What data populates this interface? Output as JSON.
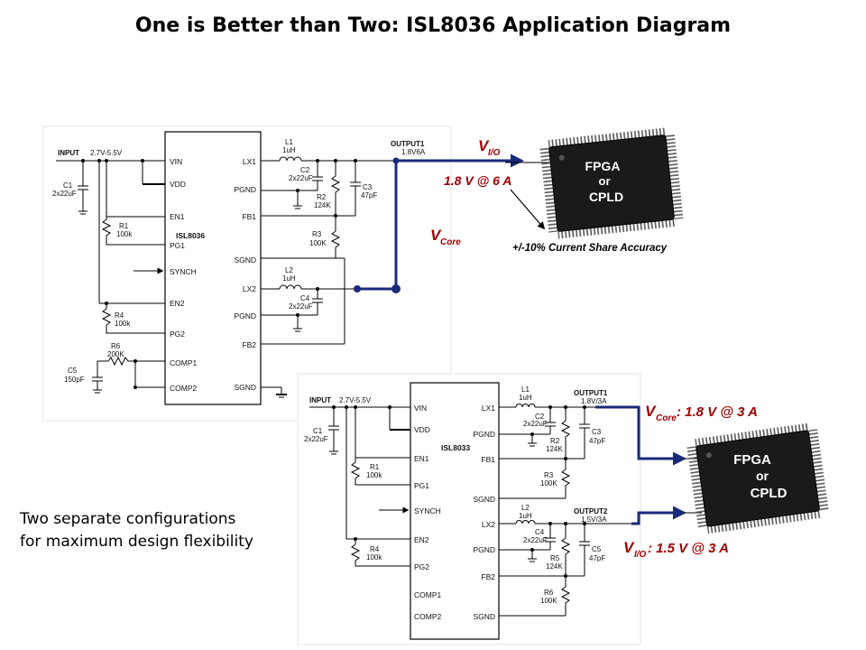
{
  "title": "One is Better than Two: ISL8036 Application Diagram",
  "note_lines": [
    "Two separate configurations",
    "for maximum design flexibility"
  ],
  "colors": {
    "accent_red": "#a00000",
    "bus_blue": "#1a2a7a",
    "chip_body": "#1a1a1a"
  },
  "schematic1": {
    "chip_name": "ISL8036",
    "input_label": "INPUT",
    "input_range": "2.7V-5.5V",
    "left_pins": [
      "VIN",
      "VDD",
      "EN1",
      "PG1",
      "SYNCH",
      "EN2",
      "PG2",
      "COMP1",
      "COMP2"
    ],
    "right_pins": [
      "LX1",
      "PGND",
      "FB1",
      "SGND",
      "LX2",
      "PGND",
      "FB2",
      "SGND"
    ],
    "c1": [
      "C1",
      "2x22uF"
    ],
    "r1": [
      "R1",
      "100k"
    ],
    "r4": [
      "R4",
      "100k"
    ],
    "r6": [
      "R6",
      "200K"
    ],
    "c5": [
      "C5",
      "150pF"
    ],
    "l1": [
      "L1",
      "1uH"
    ],
    "l2": [
      "L2",
      "1uH"
    ],
    "c2": [
      "C2",
      "2x22uF"
    ],
    "c3": [
      "C3",
      "47pF"
    ],
    "r2": [
      "R2",
      "124K"
    ],
    "r3": [
      "R3",
      "100K"
    ],
    "c4": [
      "C4",
      "2x22uF"
    ],
    "output_label": "OUTPUT1",
    "output_value": "1.8V6A",
    "vio_main": "V",
    "vio_sub": "I/O",
    "vio_spec": "1.8 V @ 6 A",
    "vcore_main": "V",
    "vcore_sub": "Core",
    "share_note": "+/-10% Current Share Accuracy",
    "chip_lines": [
      "FPGA",
      "or",
      "CPLD"
    ]
  },
  "schematic2": {
    "chip_name": "ISL8033",
    "input_label": "INPUT",
    "input_range": "2.7V-5.5V",
    "left_pins": [
      "VIN",
      "VDD",
      "EN1",
      "PG1",
      "SYNCH",
      "EN2",
      "PG2",
      "COMP1",
      "COMP2"
    ],
    "right_pins": [
      "LX1",
      "PGND",
      "FB1",
      "SGND",
      "LX2",
      "PGND",
      "FB2",
      "SGND"
    ],
    "c1": [
      "C1",
      "2x22uF"
    ],
    "r1": [
      "R1",
      "100k"
    ],
    "r4": [
      "R4",
      "100k"
    ],
    "l1": [
      "L1",
      "1uH"
    ],
    "c2": [
      "C2",
      "2x22uF"
    ],
    "r2": [
      "R2",
      "124K"
    ],
    "c3": [
      "C3",
      "47pF"
    ],
    "r3": [
      "R3",
      "100K"
    ],
    "l2": [
      "L2",
      "1uH"
    ],
    "c4": [
      "C4",
      "2x22uF"
    ],
    "r5": [
      "R5",
      "124K"
    ],
    "c5": [
      "C5",
      "47pF"
    ],
    "r6": [
      "R6",
      "100K"
    ],
    "output1_label": "OUTPUT1",
    "output1_value": "1.8V/3A",
    "output2_label": "OUTPUT2",
    "output2_value": "1.5V/3A",
    "vcore_main": "V",
    "vcore_sub": "Core",
    "vcore_spec": ":  1.8 V @ 3 A",
    "vio_main": "V",
    "vio_sub": "I/O",
    "vio_spec": ": 1.5 V @ 3 A",
    "chip_lines": [
      "FPGA",
      "or",
      "CPLD"
    ]
  }
}
